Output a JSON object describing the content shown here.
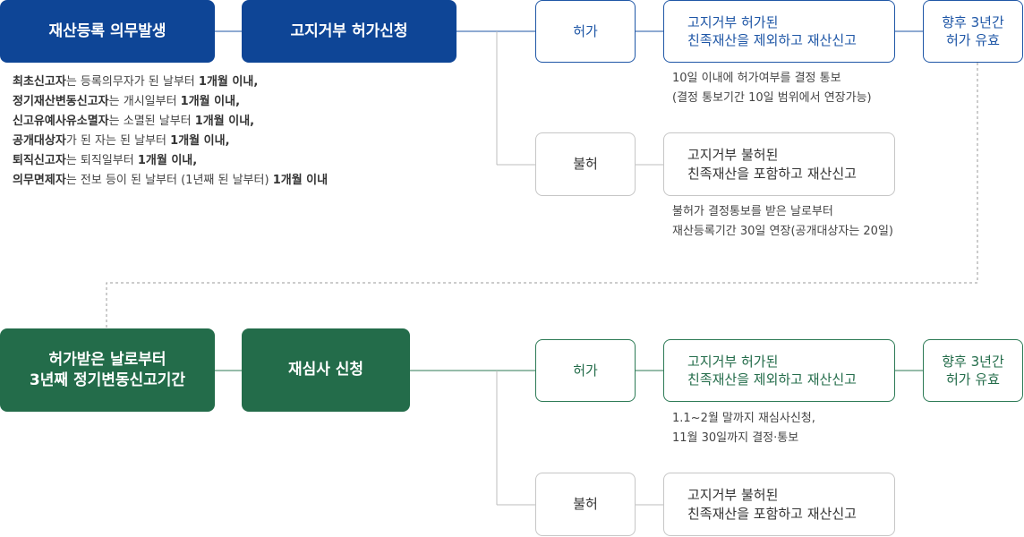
{
  "colors": {
    "primary_blue": "#0e4596",
    "primary_green": "#236c4a",
    "line_blue": "#1e56a6",
    "line_green": "#2c7a55",
    "neutral_border": "#c6c6c6"
  },
  "section1": {
    "start_label": "재산등록 의무발생",
    "request_label": "고지거부 허가신청",
    "approve_label": "허가",
    "deny_label": "불허",
    "approve_result": [
      "고지거부 허가된",
      "친족재산을 제외하고 재산신고"
    ],
    "deny_result": [
      "고지거부 불허된",
      "친족재산을 포함하고 재산신고"
    ],
    "validity": [
      "향후 3년간",
      "허가 유효"
    ],
    "approve_note": [
      "10일 이내에 허가여부를 결정 통보",
      "(결정 통보기간 10일 범위에서 연장가능)"
    ],
    "deny_note": [
      "불허가 결정통보를 받은 날로부터",
      "재산등록기간 30일 연장(공개대상자는 20일)"
    ],
    "conditions": [
      {
        "subject": "최초신고자",
        "middle": "는 등록의무자가 된 날부터 ",
        "deadline": "1개월 이내,"
      },
      {
        "subject": "정기재산변동신고자",
        "middle": "는 개시일부터 ",
        "deadline": "1개월 이내,"
      },
      {
        "subject": "신고유예사유소멸자",
        "middle": "는 소멸된 날부터 ",
        "deadline": "1개월 이내,"
      },
      {
        "subject": "공개대상자",
        "middle": "가 된 자는 된 날부터 ",
        "deadline": "1개월 이내,"
      },
      {
        "subject": "퇴직신고자",
        "middle": "는 퇴직일부터 ",
        "deadline": "1개월 이내,"
      },
      {
        "subject": "의무면제자",
        "middle": "는 전보 등이 된 날부터 (1년째 된 날부터) ",
        "deadline": "1개월 이내"
      }
    ]
  },
  "section2": {
    "start_label": [
      "허가받은 날로부터",
      "3년째 정기변동신고기간"
    ],
    "request_label": "재심사 신청",
    "approve_label": "허가",
    "deny_label": "불허",
    "approve_result": [
      "고지거부 허가된",
      "친족재산을 제외하고 재산신고"
    ],
    "deny_result": [
      "고지거부 불허된",
      "친족재산을 포함하고 재산신고"
    ],
    "validity": [
      "향후 3년간",
      "허가 유효"
    ],
    "approve_note": [
      "1.1~2월 말까지 재심사신청,",
      "11월 30일까지 결정·통보"
    ]
  }
}
